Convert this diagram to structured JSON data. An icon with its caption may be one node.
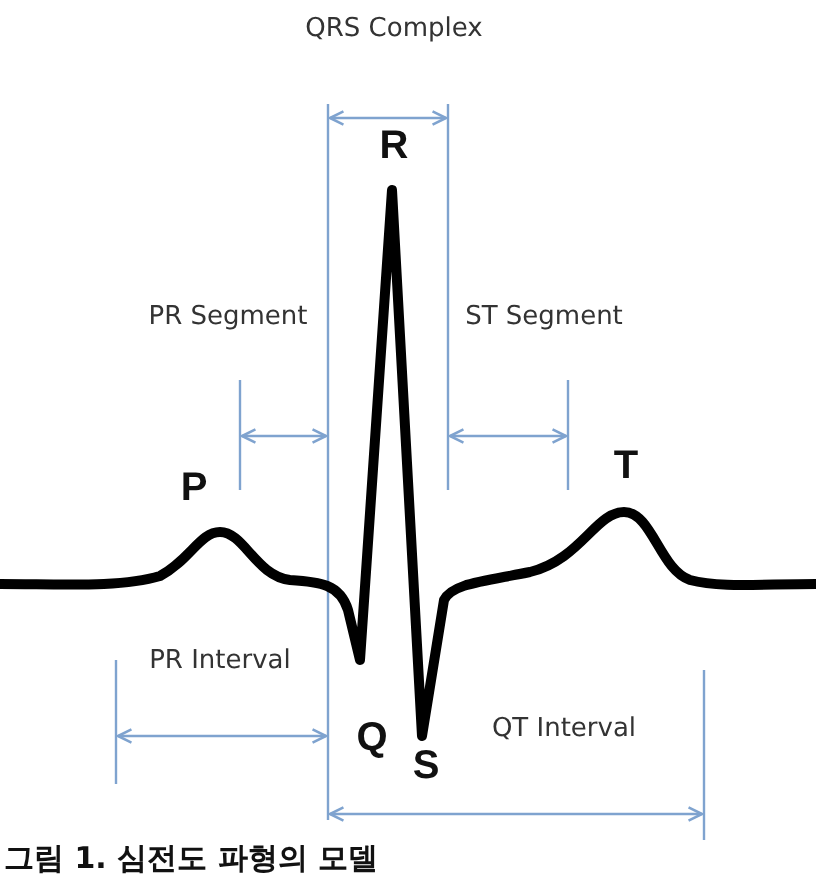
{
  "diagram": {
    "caption": "그림 1. 심전도 파형의 모델",
    "labels": [
      "QRS Complex",
      "R",
      "PR Segment",
      "ST Segment",
      "P",
      "T",
      "PR Interval",
      "Q",
      "S",
      "QT Interval"
    ]
  }
}
